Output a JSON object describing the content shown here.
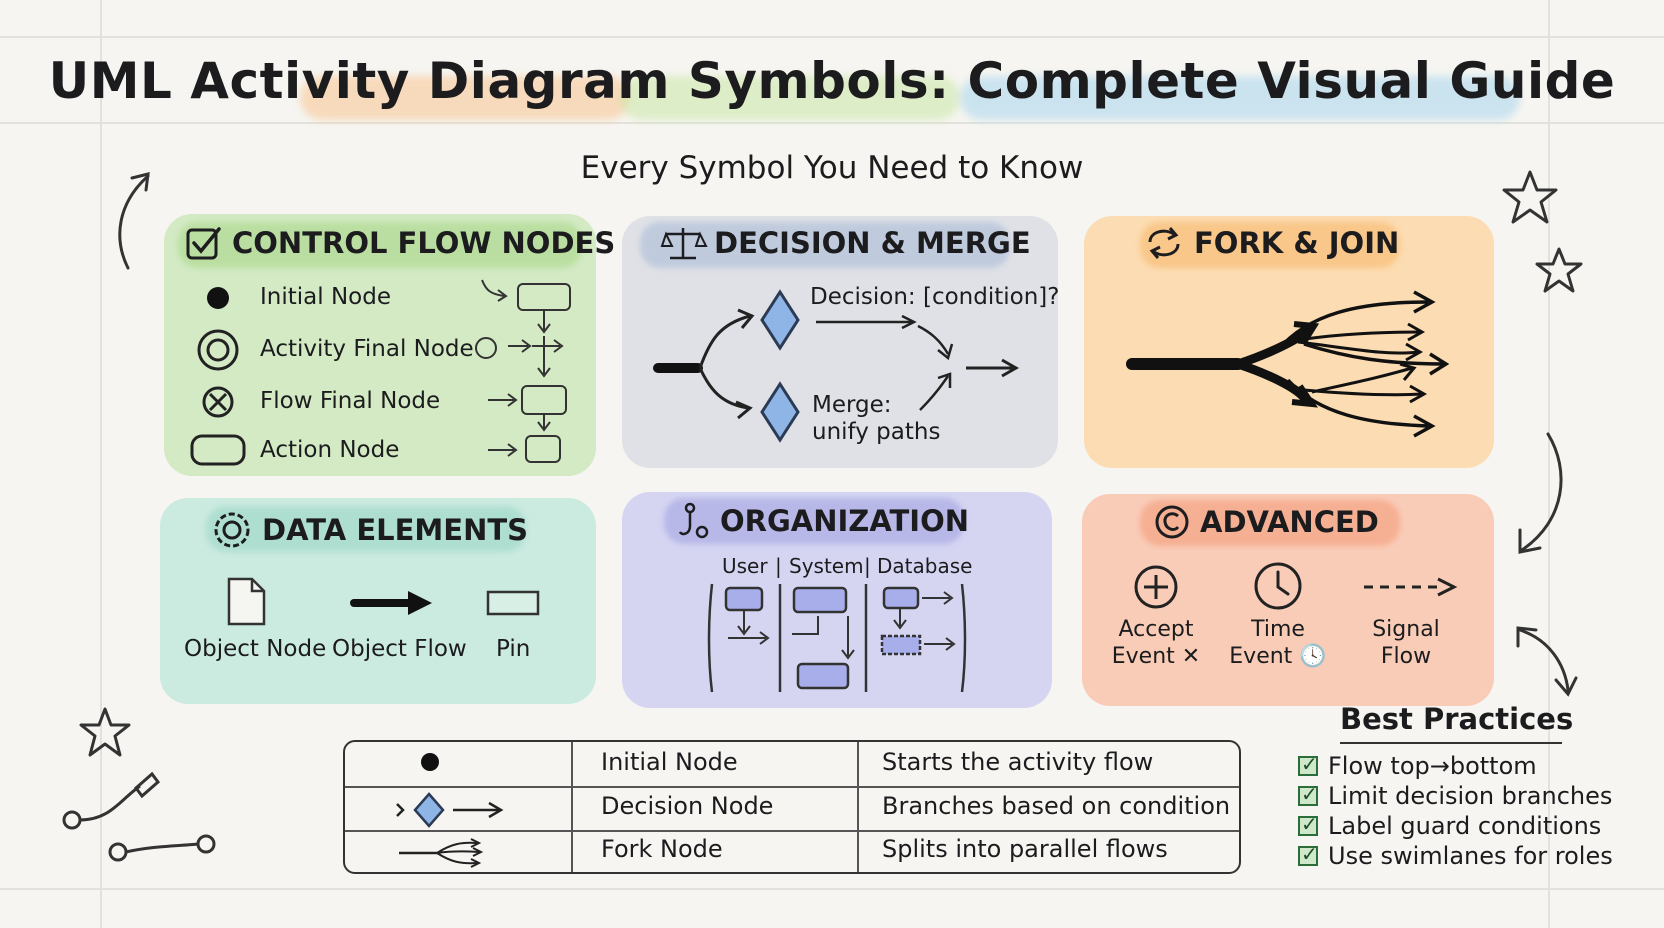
{
  "title": "UML Activity Diagram Symbols: Complete Visual Guide",
  "subtitle": "Every Symbol You Need to Know",
  "colors": {
    "control": "#cfe8bf",
    "decision": "#dde0e6",
    "fork": "#fbd9ad",
    "data": "#c8e8df",
    "organization": "#d3d3f1",
    "advanced": "#f9c9b4",
    "diamond": "#8fb4e6"
  },
  "control_flow": {
    "header": "CONTROL FLOW NODES",
    "items": [
      {
        "label": "Initial Node",
        "icon": "filled-circle-icon"
      },
      {
        "label": "Activity Final Node",
        "icon": "bullseye-icon"
      },
      {
        "label": "Flow Final Node",
        "icon": "circle-x-icon"
      },
      {
        "label": "Action Node",
        "icon": "rounded-rect-icon"
      }
    ]
  },
  "decision_merge": {
    "header": "DECISION & MERGE",
    "decision_label": "Decision: [condition]?",
    "merge_label_1": "Merge:",
    "merge_label_2": "unify paths"
  },
  "fork_join": {
    "header": "FORK & JOIN"
  },
  "data_elements": {
    "header": "DATA ELEMENTS",
    "items": [
      {
        "label": "Object Node",
        "icon": "document-icon"
      },
      {
        "label": "Object Flow",
        "icon": "thick-arrow-icon"
      },
      {
        "label": "Pin",
        "icon": "pin-rect-icon"
      }
    ]
  },
  "organization": {
    "header": "ORGANIZATION",
    "lanes": [
      "User",
      "System",
      "Database"
    ],
    "separator": "|"
  },
  "advanced": {
    "header": "ADVANCED",
    "items": [
      {
        "line1": "Accept",
        "line2": "Event ✕",
        "icon": "plus-circle-icon"
      },
      {
        "line1": "Time",
        "line2": "Event 🕓",
        "icon": "clock-icon"
      },
      {
        "line1": "Signal",
        "line2": "Flow",
        "icon": "dashed-arrow-icon"
      }
    ]
  },
  "table": {
    "rows": [
      {
        "name": "Initial Node",
        "desc": "Starts the activity flow"
      },
      {
        "name": "Decision Node",
        "desc": "Branches based on condition"
      },
      {
        "name": "Fork Node",
        "desc": "Splits into parallel flows"
      }
    ]
  },
  "best_practices": {
    "title": "Best Practices",
    "items": [
      "Flow top→bottom",
      "Limit decision branches",
      "Label guard conditions",
      "Use swimlanes for roles"
    ]
  }
}
